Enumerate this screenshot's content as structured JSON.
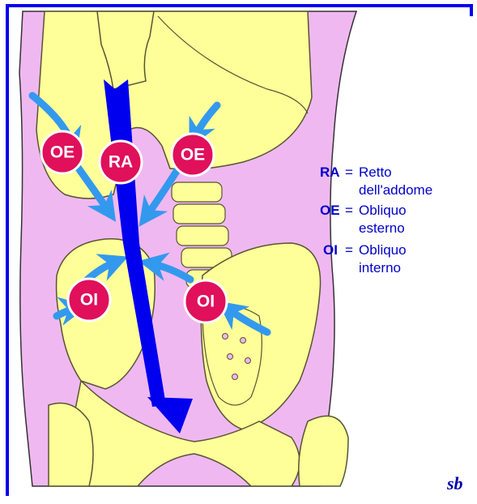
{
  "colors": {
    "border": "#0000ee",
    "skin": "#f0b8f0",
    "bone": "#ffff99",
    "bone_outline": "#555533",
    "main_arrow": "#0000ee",
    "side_arrow": "#3399ee",
    "badge": "#e0105a",
    "legend_text": "#0000cc"
  },
  "badges": {
    "oe_left": "OE",
    "ra": "RA",
    "oe_right": "OE",
    "oi_left": "OI",
    "oi_right": "OI"
  },
  "legend": [
    {
      "abbr": "RA",
      "eq": "=",
      "line1": "Retto",
      "line2": "dell'addome"
    },
    {
      "abbr": "OE",
      "eq": "=",
      "line1": "Obliquo",
      "line2": "esterno"
    },
    {
      "abbr": "OI",
      "eq": "=",
      "line1": "Obliquo",
      "line2": "interno"
    }
  ],
  "signature": "sb"
}
